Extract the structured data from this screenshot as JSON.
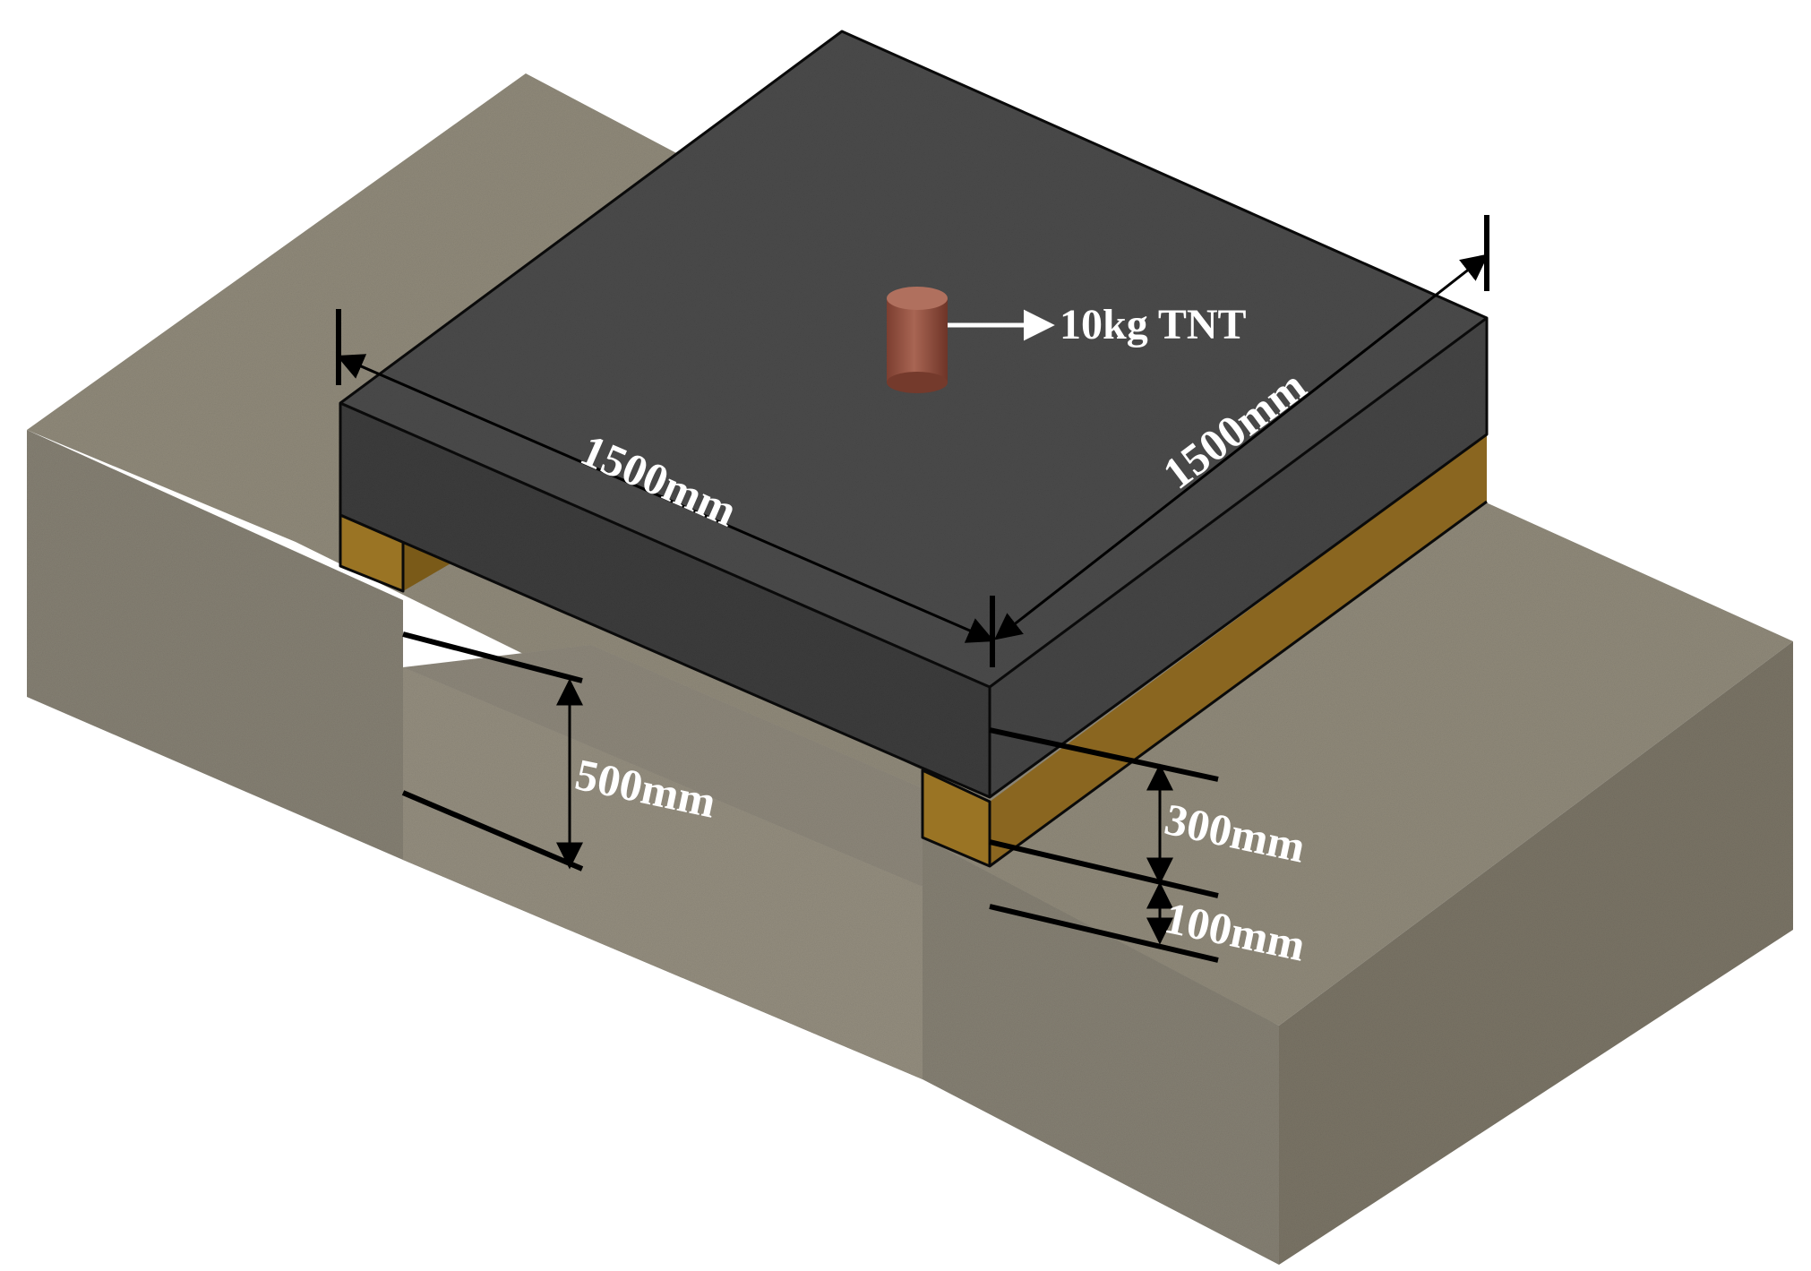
{
  "labels": {
    "charge": "10kg TNT",
    "slab_length": "1500mm",
    "slab_width": "1500mm",
    "pit_depth": "500mm",
    "slab_thickness": "300mm",
    "support_height": "100mm"
  },
  "colors": {
    "slab_top": "#4b4b4b",
    "slab_front": "#3a3a3a",
    "slab_side": "#444444",
    "ground_top": "#908a7a",
    "ground_side": "#857f70",
    "ground_front": "#7f796c",
    "pit_floor": "#948e7f",
    "pit_wall": "#7d786c",
    "support_wood": "#9a7424",
    "support_wood_dark": "#7a5a18",
    "charge": "#9a5a4a"
  },
  "icons": [
    "white-arrow-icon",
    "dimension-arrow-icon"
  ]
}
